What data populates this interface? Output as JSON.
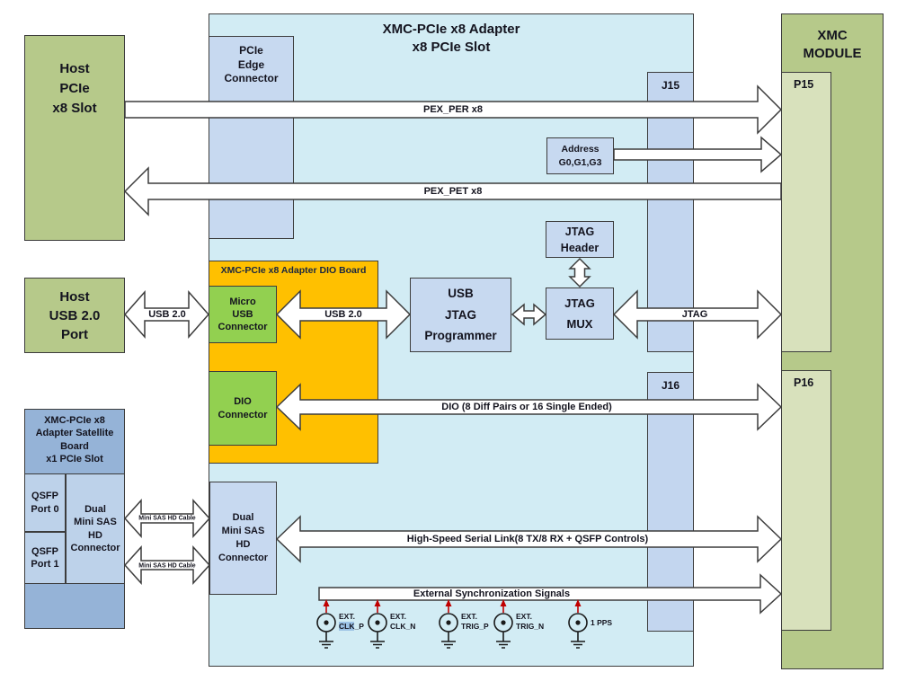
{
  "colors": {
    "cyan_bg": "#d2ecf4",
    "green_box": "#b6c98a",
    "green_light": "#d8e1bc",
    "blue_box": "#c7d9f0",
    "satellite_header": "#95b3d7",
    "satellite_cell": "#bdd2ea",
    "orange": "#ffc000",
    "connector_green": "#92d050",
    "highlight": "#9cc2e5",
    "red_arrow": "#c00000"
  },
  "main_board": {
    "title": "XMC-PCIe x8 Adapter\nx8 PCIe Slot",
    "pcie_edge_connector": "PCIe\nEdge\nConnector",
    "j15": "J15",
    "j16": "J16",
    "address": "Address\nG0,G1,G3",
    "jtag_header": "JTAG\nHeader",
    "jtag_mux": "JTAG\nMUX",
    "usb_jtag_programmer": "USB\nJTAG\nProgrammer",
    "dual_mini_sas": "Dual\nMini SAS\nHD\nConnector",
    "dio_board": {
      "title": "XMC-PCIe x8 Adapter DIO Board",
      "micro_usb": "Micro\nUSB\nConnector",
      "dio_connector": "DIO\nConnector"
    }
  },
  "host": {
    "pcie_slot": "Host\nPCIe\nx8 Slot",
    "usb_port": "Host\nUSB 2.0\nPort"
  },
  "satellite": {
    "title": "XMC-PCIe x8\nAdapter Satellite\nBoard\nx1 PCIe Slot",
    "qsfp0": "QSFP\nPort 0",
    "qsfp1": "QSFP\nPort 1",
    "dual_mini_sas": "Dual\nMini SAS\nHD\nConnector"
  },
  "xmc": {
    "title": "XMC\nMODULE",
    "p15": "P15",
    "p16": "P16"
  },
  "arrows": {
    "pex_per": "PEX_PER x8",
    "pex_pet": "PEX_PET x8",
    "usb_host": "USB 2.0",
    "usb_board": "USB 2.0",
    "jtag": "JTAG",
    "dio": "DIO (8 Diff Pairs or 16 Single Ended)",
    "serial": "High-Speed Serial Link(8 TX/8 RX + QSFP Controls)",
    "ext_sync": "External Synchronization Signals",
    "sas_cable_top": "Mini SAS HD Cable",
    "sas_cable_bottom": "Mini SAS HD Cable"
  },
  "sync_connectors": [
    {
      "line1": "EXT.",
      "hl": "CLK",
      "rest": "_P"
    },
    {
      "line1": "EXT.",
      "line2": "CLK_N"
    },
    {
      "line1": "EXT.",
      "line2": "TRIG_P"
    },
    {
      "line1": "EXT.",
      "line2": "TRIG_N"
    },
    {
      "single": "1 PPS"
    }
  ]
}
